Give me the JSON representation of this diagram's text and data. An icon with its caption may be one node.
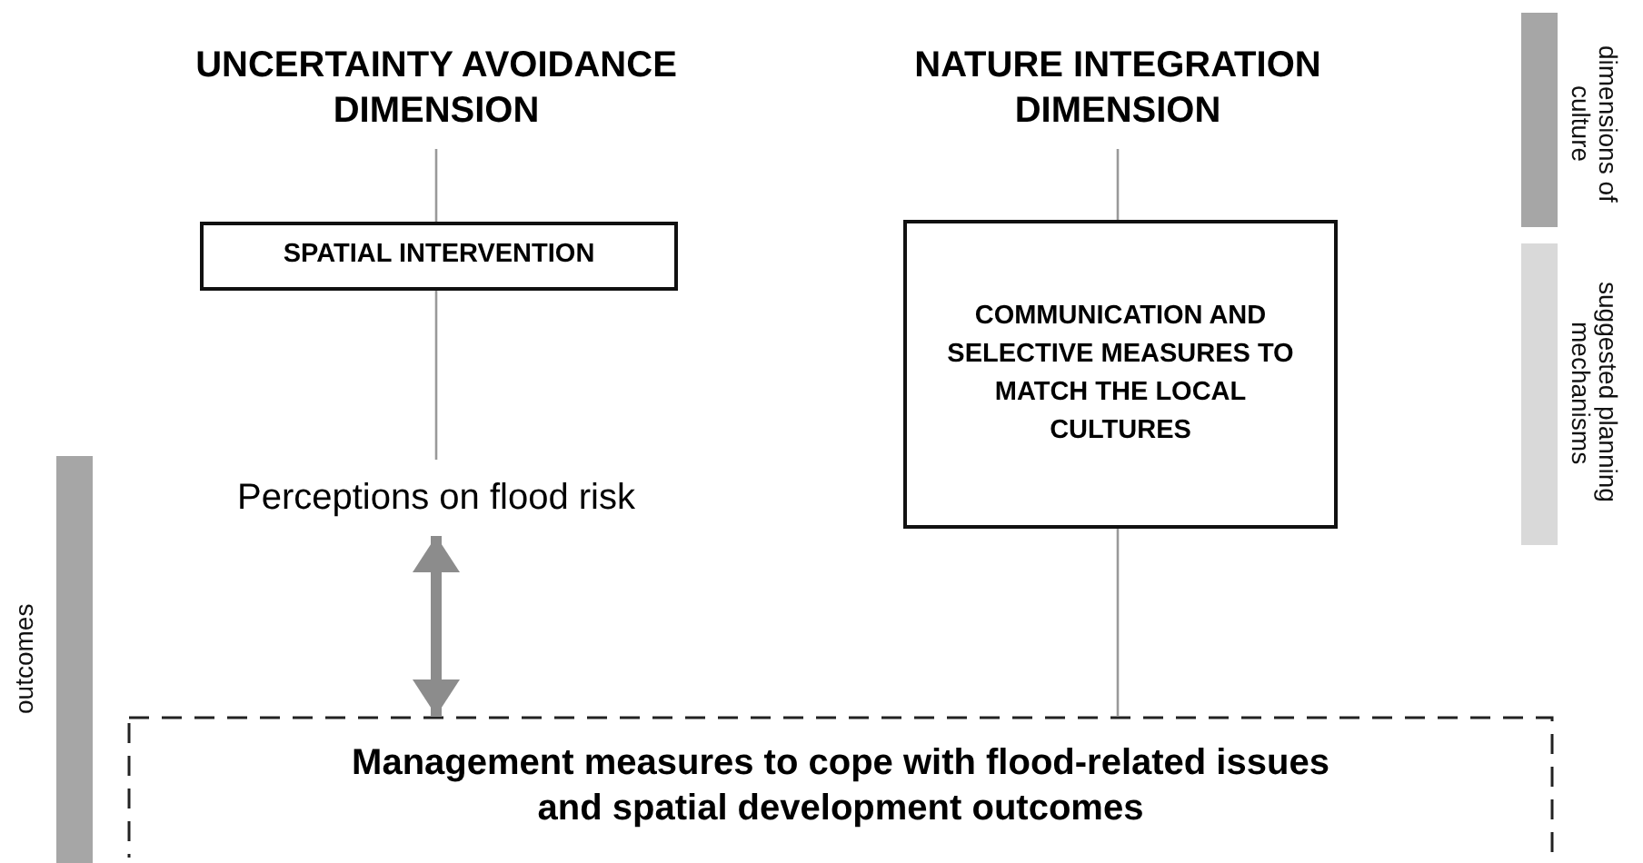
{
  "diagram": {
    "nodes": [
      {
        "text": [
          "UNCERTAINTY AVOIDANCE DIMENSION"
        ]
      },
      {
        "text": [
          "NATURE INTEGRATION DIMENSION"
        ]
      },
      {
        "text": [
          "SPATIAL INTERVENTION"
        ]
      },
      {
        "text": [
          "COMMUNICATION AND SELECTIVE MEASURES TO MATCH THE LOCAL CULTURES"
        ]
      },
      {
        "text": [
          "Perceptions on flood risk"
        ]
      },
      {
        "text": [
          "Management measures to cope with flood-related issues and spatial development outcomes"
        ]
      },
      {
        "text": [],
        "shape": "bar",
        "beside": [
          "dimensions of culture"
        ]
      },
      {
        "text": [],
        "shape": "bar",
        "beside": [
          "suggested planning mechanisms"
        ]
      },
      {
        "text": [],
        "shape": "bar",
        "beside": [
          "outcomes"
        ]
      }
    ],
    "edges": [
      {
        "from": 0,
        "to": 2,
        "arrow": "none"
      },
      {
        "from": 2,
        "to": 4,
        "arrow": "none"
      },
      {
        "from": 4,
        "to": 5,
        "arrow": "both",
        "style": "thick",
        "color": "#8c8c8c"
      },
      {
        "from": 1,
        "to": 3,
        "arrow": "none"
      },
      {
        "from": 3,
        "to": 5,
        "arrow": "none"
      }
    ]
  }
}
